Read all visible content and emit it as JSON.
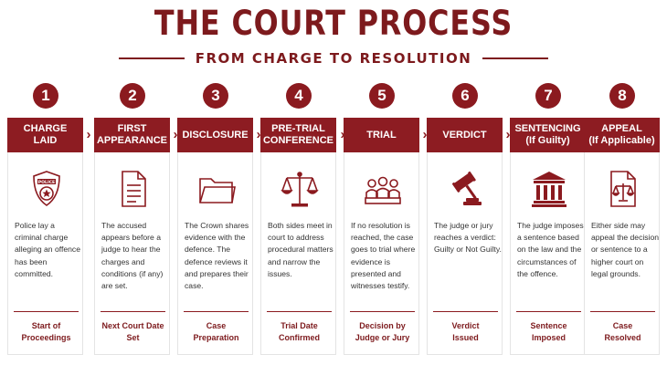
{
  "header": {
    "title": "THE COURT PROCESS",
    "subtitle": "FROM CHARGE TO RESOLUTION"
  },
  "steps": [
    {
      "number": "1",
      "heading": "CHARGE\nLAID",
      "icon": "police-badge-icon",
      "description": "Police lay a criminal charge alleging an offence has been committed.",
      "outcome": "Start of\nProceedings"
    },
    {
      "number": "2",
      "heading": "FIRST\nAPPEARANCE",
      "icon": "document-icon",
      "description": "The accused appears before a judge to hear the charges and conditions (if any) are set.",
      "outcome": "Next Court Date\nSet"
    },
    {
      "number": "3",
      "heading": "DISCLOSURE",
      "icon": "folder-icon",
      "description": "The Crown shares evidence with the defence. The defence reviews it and prepares their case.",
      "outcome": "Case\nPreparation"
    },
    {
      "number": "4",
      "heading": "PRE-TRIAL\nCONFERENCE",
      "icon": "scales-icon",
      "description": "Both sides meet in court to address procedural matters and narrow the issues.",
      "outcome": "Trial Date\nConfirmed"
    },
    {
      "number": "5",
      "heading": "TRIAL",
      "icon": "jury-icon",
      "description": "If no resolution is reached, the case goes to trial where evidence is presented and witnesses testify.",
      "outcome": "Decision by\nJudge or Jury"
    },
    {
      "number": "6",
      "heading": "VERDICT",
      "icon": "gavel-icon",
      "description": "The judge or jury reaches a verdict: Guilty or Not Guilty.",
      "outcome": "Verdict\nIssued"
    },
    {
      "number": "7",
      "heading": "SENTENCING\n(If Guilty)",
      "icon": "courthouse-icon",
      "description": "The judge imposes a sentence based on the law and the circumstances of the offence.",
      "outcome": "Sentence\nImposed"
    },
    {
      "number": "8",
      "heading": "APPEAL\n(If Applicable)",
      "icon": "appeal-document-icon",
      "description": "Either side may appeal the decision or sentence to a higher court on legal grounds.",
      "outcome": "Case\nResolved"
    }
  ],
  "colors": {
    "accent": "#8d1c22",
    "title": "#7d1a1d"
  }
}
